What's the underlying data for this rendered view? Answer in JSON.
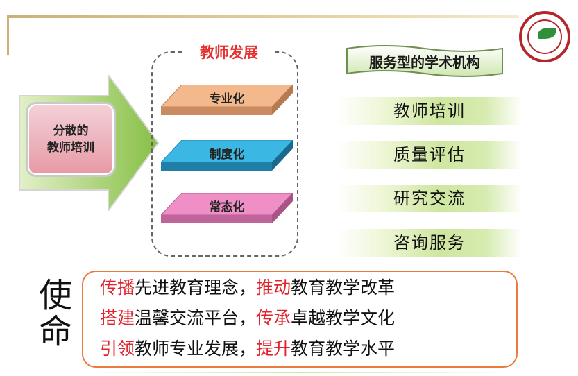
{
  "source": {
    "line1": "分散的",
    "line2": "教师培训"
  },
  "development": {
    "title": "教师发展",
    "items": [
      {
        "label": "专业化",
        "color": "#f3b98c"
      },
      {
        "label": "制度化",
        "color": "#3ab7e3"
      },
      {
        "label": "常态化",
        "color": "#ef8fc6"
      }
    ]
  },
  "institution": {
    "title": "服务型的学术机构",
    "services": [
      "教师培训",
      "质量评估",
      "研究交流",
      "咨询服务"
    ]
  },
  "mission": {
    "label": "使命",
    "lines": [
      [
        {
          "t": "传播",
          "red": true
        },
        {
          "t": "先进教育理念，",
          "red": false
        },
        {
          "t": "推动",
          "red": true
        },
        {
          "t": "教育教学改革",
          "red": false
        }
      ],
      [
        {
          "t": "搭建",
          "red": true
        },
        {
          "t": "温馨交流平台，",
          "red": false
        },
        {
          "t": "传承",
          "red": true
        },
        {
          "t": "卓越教学文化",
          "red": false
        }
      ],
      [
        {
          "t": "引领",
          "red": true
        },
        {
          "t": "教师专业发展，",
          "red": false
        },
        {
          "t": "提升",
          "red": true
        },
        {
          "t": "教育教学水平",
          "red": false
        }
      ]
    ]
  },
  "colors": {
    "accent_red": "#e0232d",
    "arrow_green": "#8cc34a",
    "mission_border": "#ec7a3c"
  },
  "logo": {
    "icon": "university-seal-icon"
  }
}
